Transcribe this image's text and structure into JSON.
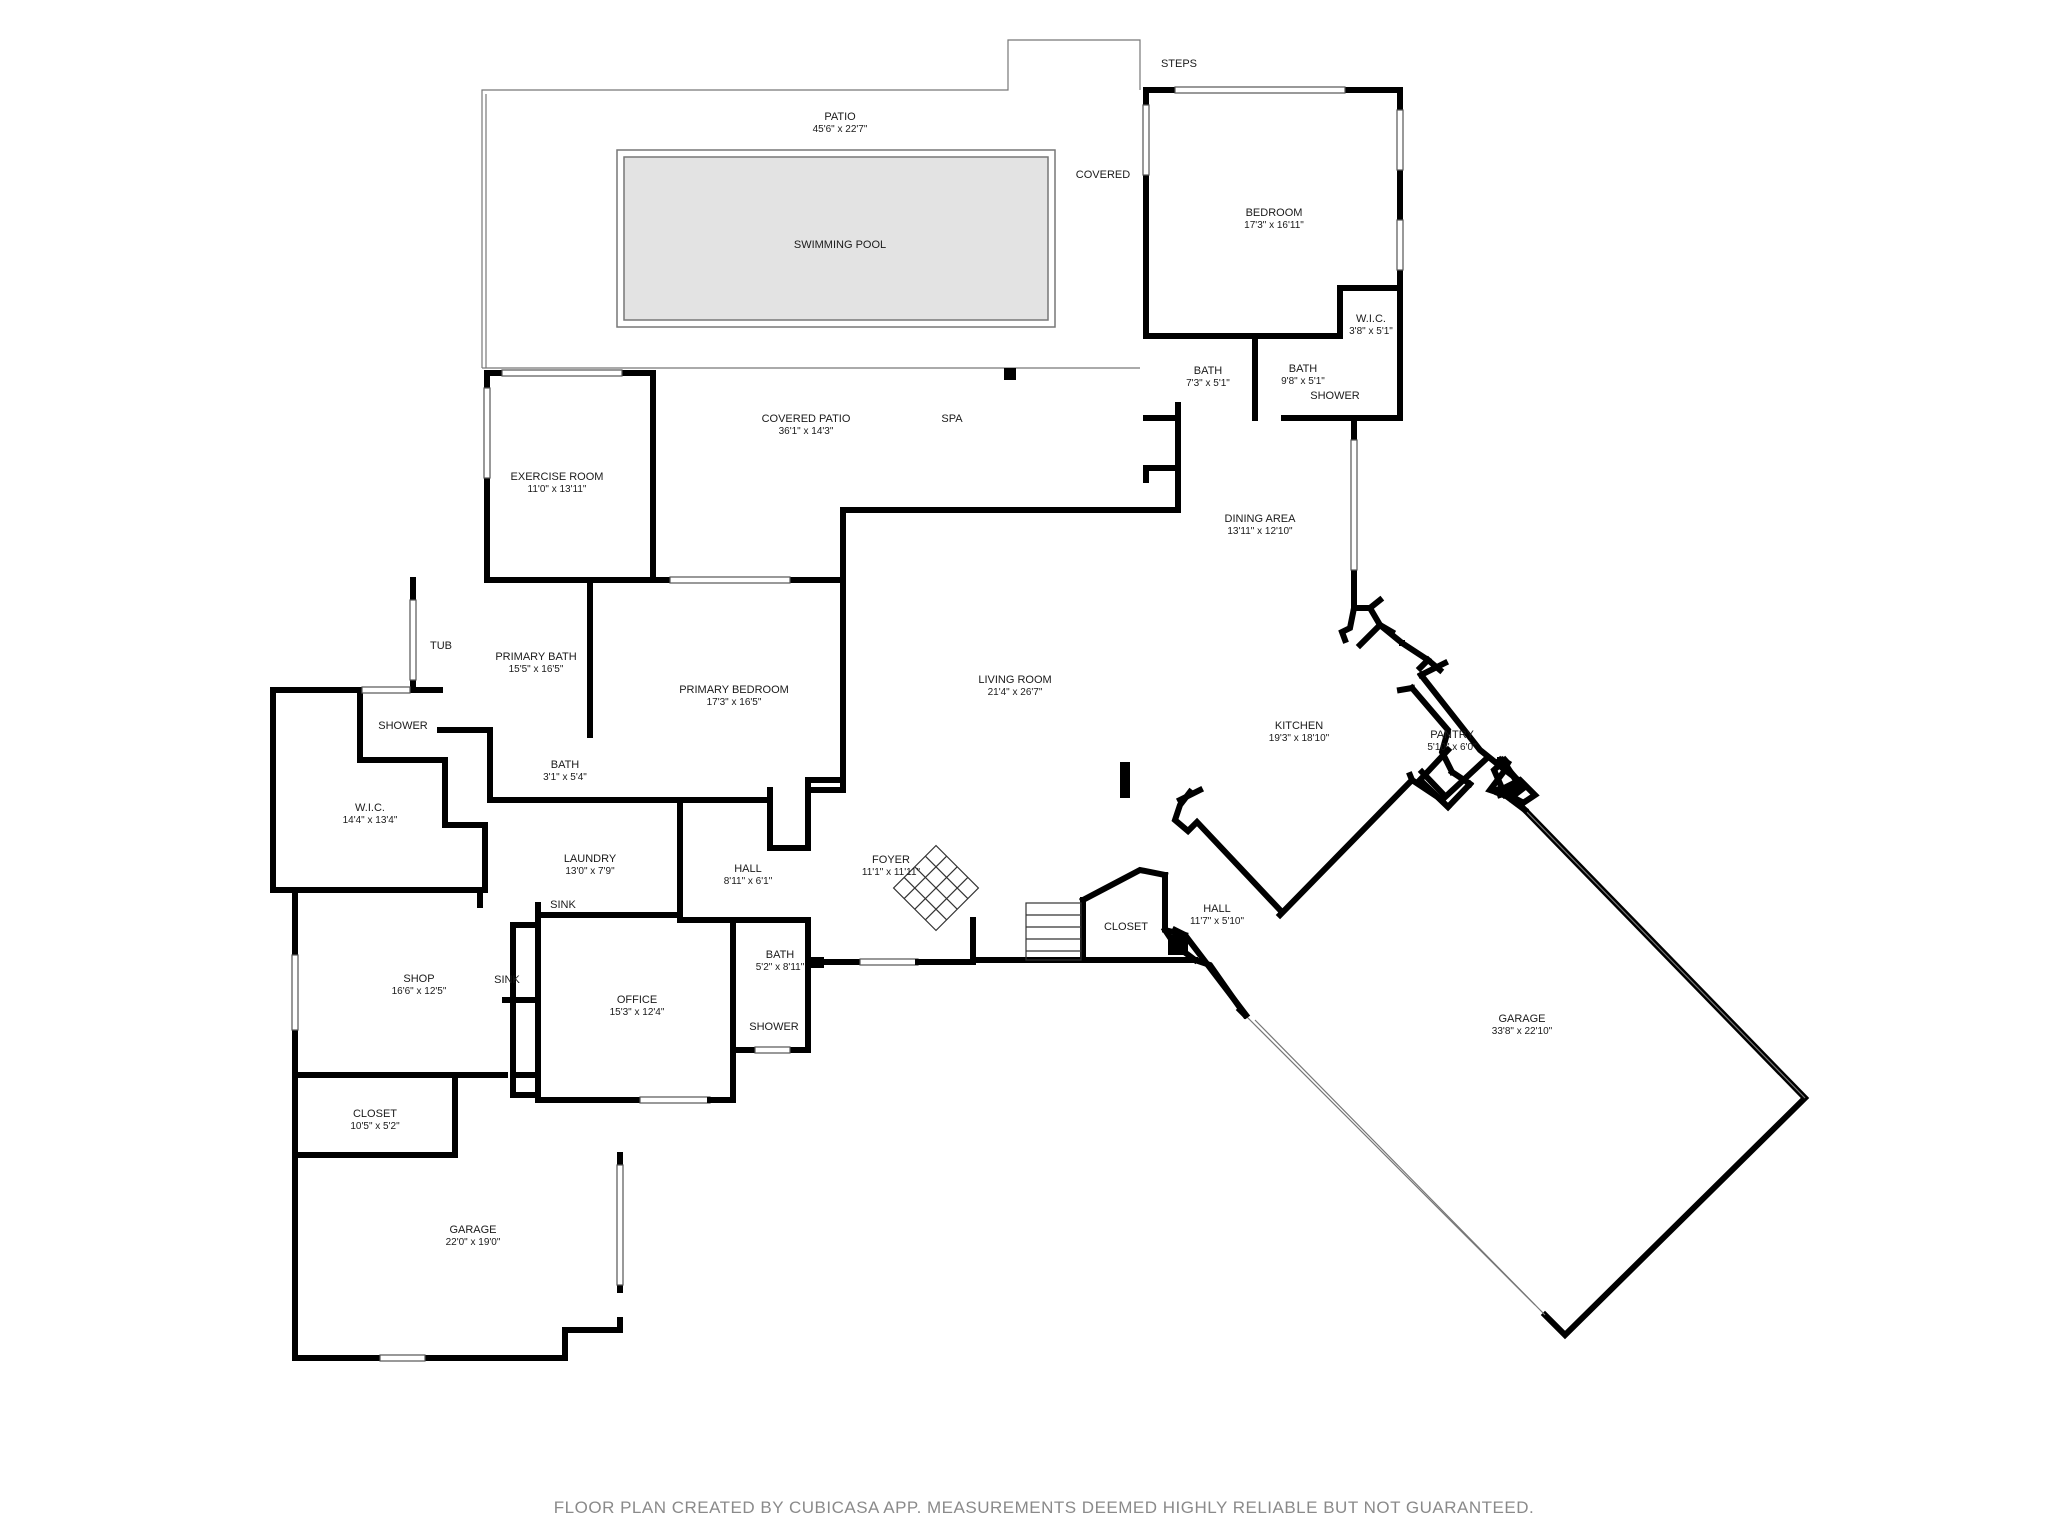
{
  "plan": {
    "footer": "FLOOR PLAN CREATED BY CUBICASA APP. MEASUREMENTS DEEMED HIGHLY RELIABLE BUT NOT GUARANTEED.",
    "rooms": [
      {
        "id": "patio",
        "name": "PATIO",
        "dims": "45'6\" x 22'7\""
      },
      {
        "id": "pool",
        "name": "SWIMMING POOL",
        "dims": ""
      },
      {
        "id": "bedroom",
        "name": "BEDROOM",
        "dims": "17'3\" x 16'11\""
      },
      {
        "id": "wic-small",
        "name": "W.I.C.",
        "dims": "3'8\" x 5'1\""
      },
      {
        "id": "bath-a",
        "name": "BATH",
        "dims": "7'3\" x 5'1\""
      },
      {
        "id": "bath-b",
        "name": "BATH",
        "dims": "9'8\" x 5'1\""
      },
      {
        "id": "exercise",
        "name": "EXERCISE ROOM",
        "dims": "11'0\" x 13'11\""
      },
      {
        "id": "covered-patio",
        "name": "COVERED PATIO",
        "dims": "36'1\" x 14'3\""
      },
      {
        "id": "dining",
        "name": "DINING AREA",
        "dims": "13'11\" x 12'10\""
      },
      {
        "id": "primary-bath",
        "name": "PRIMARY BATH",
        "dims": "15'5\" x 16'5\""
      },
      {
        "id": "primary-bedroom",
        "name": "PRIMARY BEDROOM",
        "dims": "17'3\" x 16'5\""
      },
      {
        "id": "living",
        "name": "LIVING ROOM",
        "dims": "21'4\" x 26'7\""
      },
      {
        "id": "kitchen",
        "name": "KITCHEN",
        "dims": "19'3\" x 18'10\""
      },
      {
        "id": "pantry",
        "name": "PANTRY",
        "dims": "5'10\" x 6'0\""
      },
      {
        "id": "wic-large",
        "name": "W.I.C.",
        "dims": "14'4\" x 13'4\""
      },
      {
        "id": "bath-c",
        "name": "BATH",
        "dims": "3'1\" x 5'4\""
      },
      {
        "id": "laundry",
        "name": "LAUNDRY",
        "dims": "13'0\" x 7'9\""
      },
      {
        "id": "hall-a",
        "name": "HALL",
        "dims": "8'11\" x 6'1\""
      },
      {
        "id": "foyer",
        "name": "FOYER",
        "dims": "11'1\" x 11'11\""
      },
      {
        "id": "hall-b",
        "name": "HALL",
        "dims": "11'7\" x 5'10\""
      },
      {
        "id": "garage-large",
        "name": "GARAGE",
        "dims": "33'8\" x 22'10\""
      },
      {
        "id": "shop",
        "name": "SHOP",
        "dims": "16'6\" x 12'5\""
      },
      {
        "id": "office",
        "name": "OFFICE",
        "dims": "15'3\" x 12'4\""
      },
      {
        "id": "bath-d",
        "name": "BATH",
        "dims": "5'2\" x 8'11\""
      },
      {
        "id": "closet-small",
        "name": "CLOSET",
        "dims": "10'5\" x 5'2\""
      },
      {
        "id": "garage-small",
        "name": "GARAGE",
        "dims": "22'0\" x 19'0\""
      }
    ],
    "labels": [
      {
        "id": "steps",
        "text": "STEPS"
      },
      {
        "id": "covered",
        "text": "COVERED"
      },
      {
        "id": "spa",
        "text": "SPA"
      },
      {
        "id": "shower-b",
        "text": "SHOWER"
      },
      {
        "id": "tub",
        "text": "TUB"
      },
      {
        "id": "shower-wic",
        "text": "SHOWER"
      },
      {
        "id": "sink-laundry",
        "text": "SINK"
      },
      {
        "id": "sink-shop",
        "text": "SINK"
      },
      {
        "id": "shower-bath-d",
        "text": "SHOWER"
      },
      {
        "id": "closet-foyer",
        "text": "CLOSET"
      }
    ]
  }
}
